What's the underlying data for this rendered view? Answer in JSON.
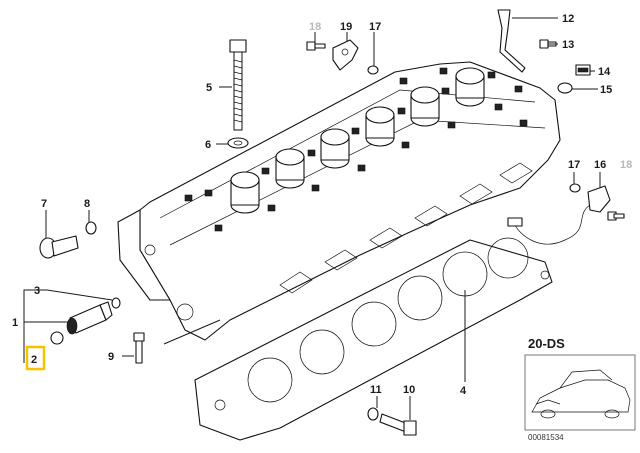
{
  "callouts": {
    "c1": "1",
    "c2": "2",
    "c3": "3",
    "c4": "4",
    "c5": "5",
    "c6": "6",
    "c7": "7",
    "c8": "8",
    "c9": "9",
    "c10": "10",
    "c11": "11",
    "c12": "12",
    "c13": "13",
    "c14": "14",
    "c15": "15",
    "c16": "16",
    "c17a": "17",
    "c17b": "17",
    "c18a": "18",
    "c18b": "18",
    "c19": "19"
  },
  "inset": {
    "model": "20-DS",
    "code": "00081534"
  },
  "colors": {
    "highlight": "#f5c400",
    "ink": "#1a1a1a",
    "muted": "#b8b8b8"
  }
}
